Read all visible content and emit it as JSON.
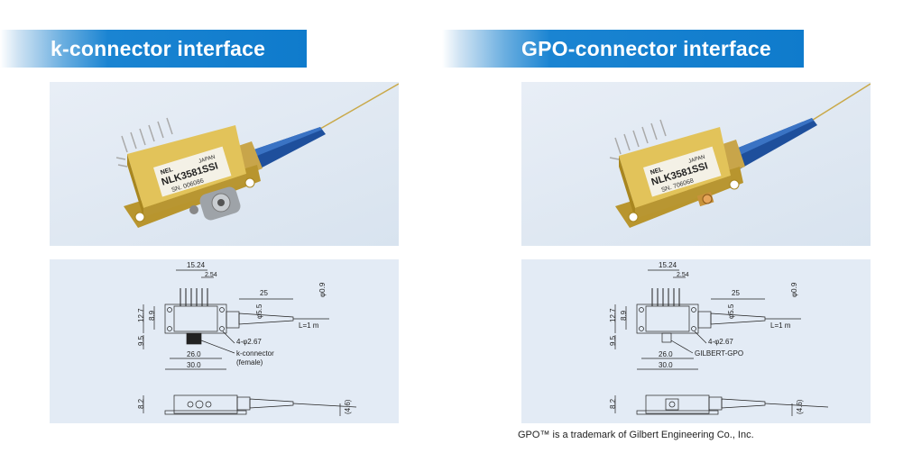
{
  "left": {
    "title": "k-connector interface",
    "device": {
      "brand": "NEL",
      "origin": "JAPAN",
      "model": "NLK3581SSI",
      "serial": "SN. 006086"
    },
    "dims": {
      "w": "15.24",
      "pin": "2.54",
      "len": "25",
      "fiber_d": "φ0.9",
      "h1": "12.7",
      "h2": "8.9",
      "dia": "φ5.5",
      "fiber_len": "L=1 m",
      "h3": "9.5",
      "holes": "4-φ2.67",
      "inner": "26.0",
      "outer": "30.0",
      "conn1": "k-connector",
      "conn2": "(female)",
      "side_h": "8.2",
      "side_offset": "(4.6)"
    }
  },
  "right": {
    "title": "GPO-connector interface",
    "device": {
      "brand": "NEL",
      "origin": "JAPAN",
      "model": "NLK3581SSI",
      "serial": "SN. 706068"
    },
    "dims": {
      "w": "15.24",
      "pin": "2.54",
      "len": "25",
      "fiber_d": "φ0.9",
      "h1": "12.7",
      "h2": "8.9",
      "dia": "φ5.5",
      "fiber_len": "L=1 m",
      "h3": "9.5",
      "holes": "4-φ2.67",
      "inner": "26.0",
      "outer": "30.0",
      "conn1": "GILBERT-GPO",
      "side_h": "8.2",
      "side_offset": "(4.6)"
    }
  },
  "footnote": "GPO™ is a trademark of Gilbert Engineering Co., Inc.",
  "colors": {
    "header_blue": "#0f7bcc",
    "panel_bg": "#e2eaf4",
    "gold": "#d8b44a",
    "cable_blue": "#1e4f9c"
  }
}
